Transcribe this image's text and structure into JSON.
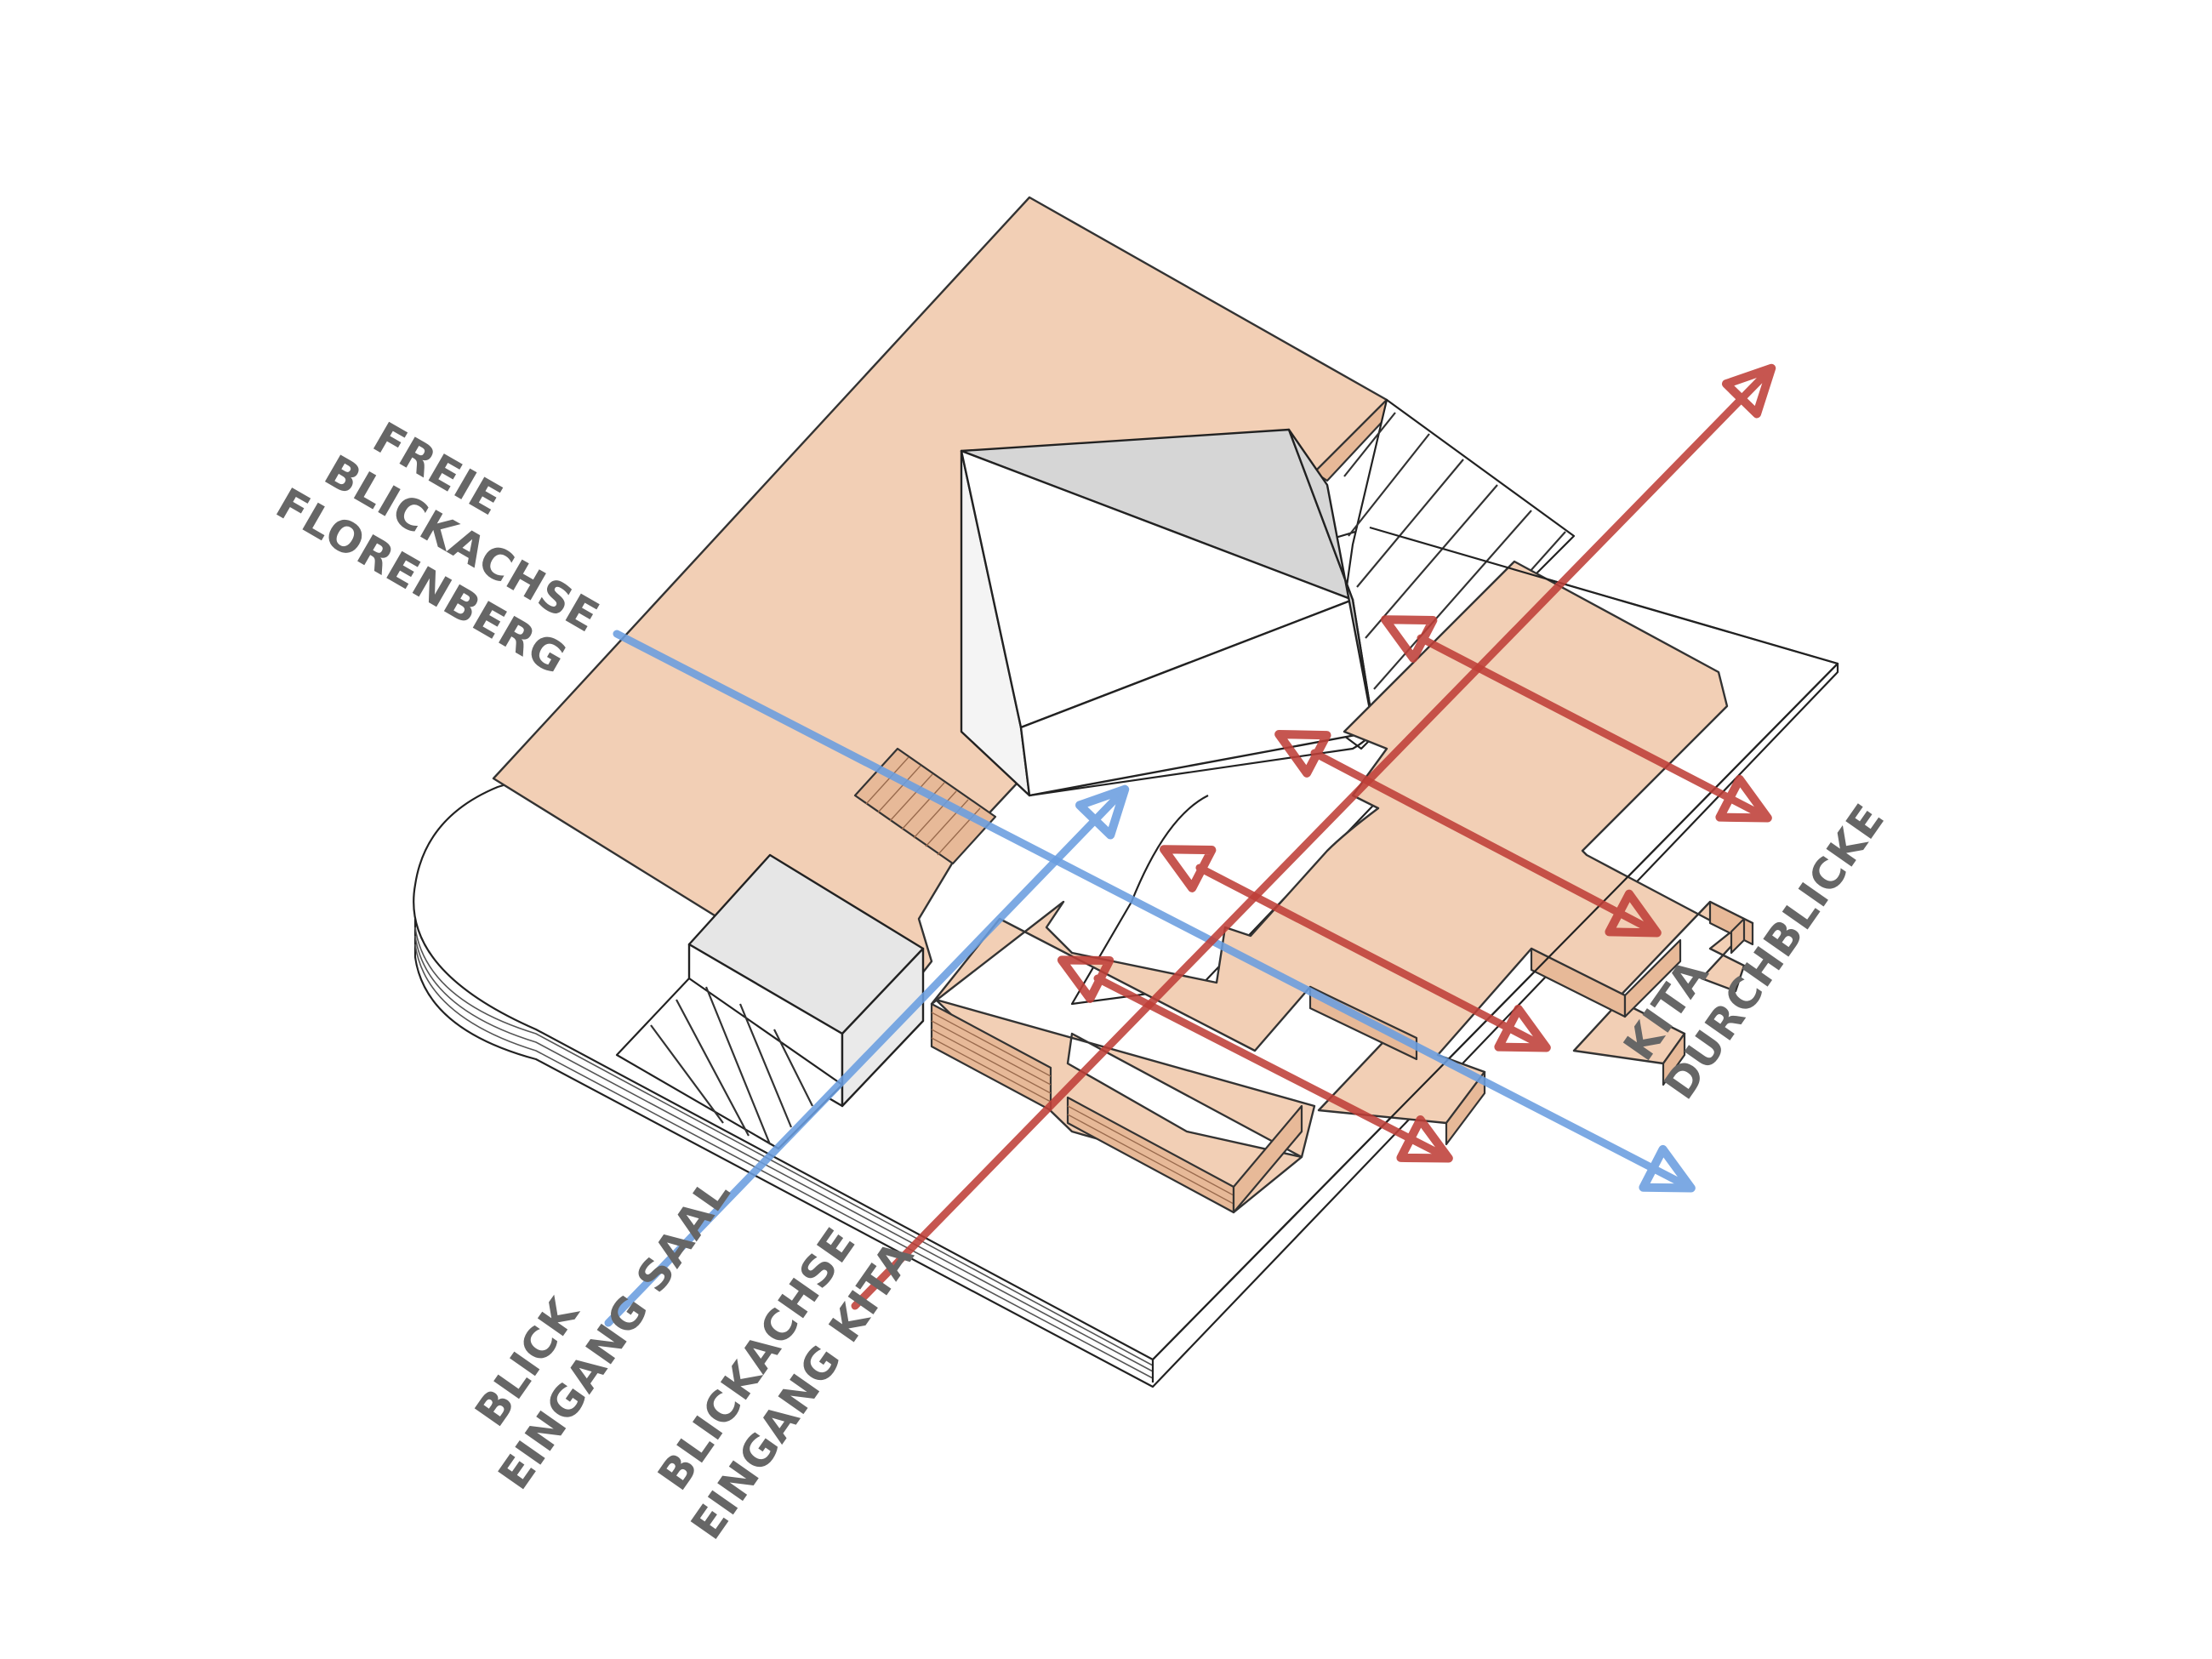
{
  "labels": {
    "freie_blickachse": [
      "FREIE",
      "BLICKACHSE",
      "FLORENBERG"
    ],
    "blick_eingang_saal": [
      "BLICK",
      "EINGANG SAAL"
    ],
    "blickachse_eingang_kita": [
      "BLICKACHSE",
      "EINGANG KITA"
    ],
    "kita_durchblicke": [
      "KITA",
      "DURCHBLICKE"
    ]
  },
  "colors": {
    "label_grey": "#666666",
    "terrain_peach": "#f2cfb5",
    "arrow_red": "#bf3f38",
    "arrow_blue": "#6a9ee0"
  }
}
